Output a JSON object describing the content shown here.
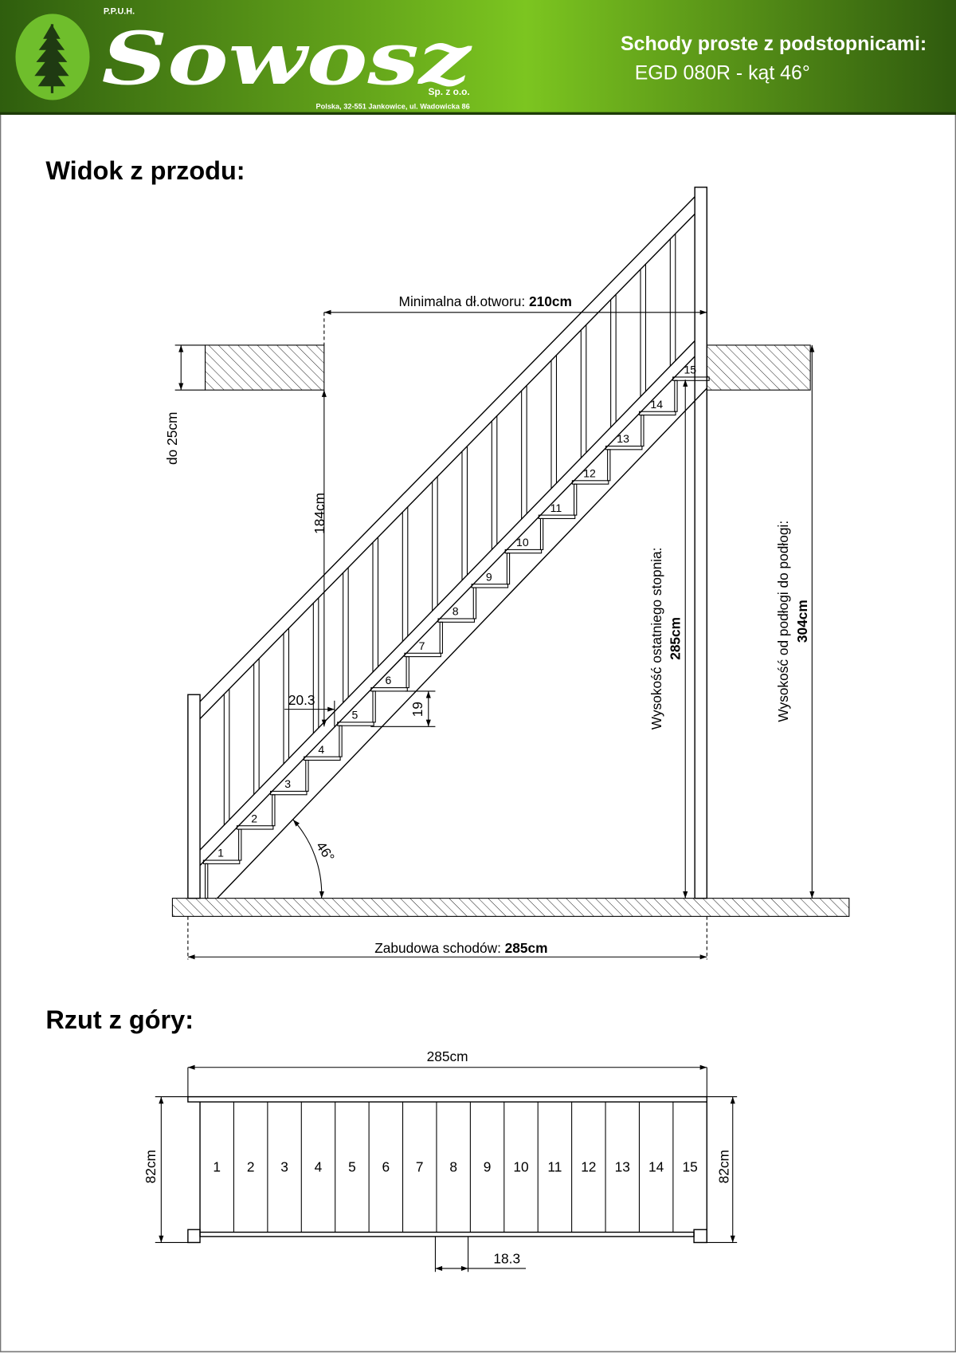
{
  "header": {
    "company_prefix": "P.P.U.H.",
    "brand": "Sowosz",
    "company_suffix": "Sp. z o.o.",
    "address": "Polska, 32-551 Jankowice, ul. Wadowicka 86",
    "title_line1": "Schody proste z podstopnicami:",
    "title_line2": "EGD 080R - kąt 46°",
    "colors": {
      "green_dark": "#2f5e0e",
      "green_light": "#7cc520",
      "logo_circle": "#6fbe2c",
      "tree": "#1f3a12"
    }
  },
  "front_view": {
    "heading": "Widok z przodu:",
    "opening_label": "Minimalna dł.otworu: ",
    "opening_value": "210cm",
    "ceiling_thickness": "do 25cm",
    "headroom": "184cm",
    "tread_depth": "20.3",
    "riser_height": "19",
    "angle": "46°",
    "last_step_label": "Wysokość ostatniego stopnia:",
    "last_step_value": "285cm",
    "floor_to_floor_label": "Wysokość od podłogi do podłogi:",
    "floor_to_floor_value": "304cm",
    "footprint_label": "Zabudowa schodów: ",
    "footprint_value": "285cm",
    "steps": [
      "1",
      "2",
      "3",
      "4",
      "5",
      "6",
      "7",
      "8",
      "9",
      "10",
      "11",
      "12",
      "13",
      "14",
      "15"
    ]
  },
  "top_view": {
    "heading": "Rzut z góry:",
    "length": "285cm",
    "width_left": "82cm",
    "width_right": "82cm",
    "step_width": "18.3",
    "steps": [
      "1",
      "2",
      "3",
      "4",
      "5",
      "6",
      "7",
      "8",
      "9",
      "10",
      "11",
      "12",
      "13",
      "14",
      "15"
    ]
  }
}
